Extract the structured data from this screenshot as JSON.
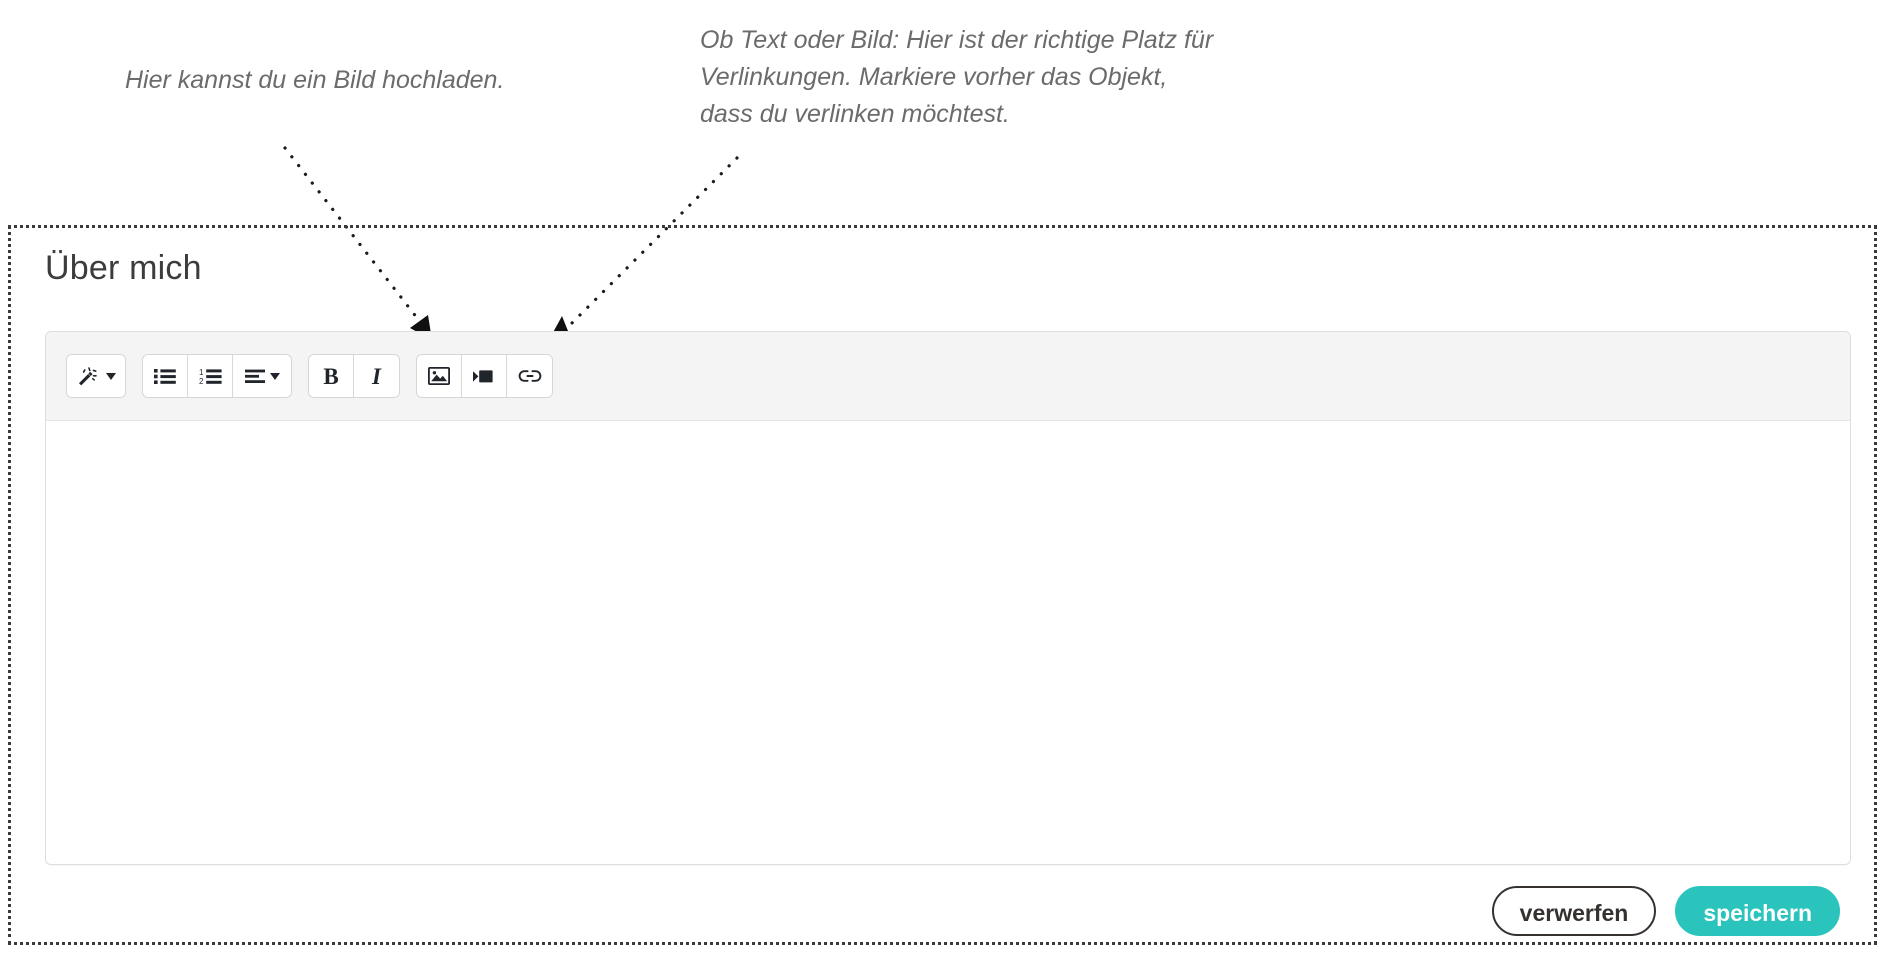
{
  "annotations": [
    {
      "id": "image-upload-hint",
      "text": "Hier kannst du ein Bild hochladen.",
      "target": "image-button"
    },
    {
      "id": "link-hint",
      "text": "Ob Text oder Bild: Hier ist der richtige Platz für Verlinkungen. Markiere vorher das Objekt, dass du verlinken möchtest.",
      "target": "link-button"
    }
  ],
  "card": {
    "title": "Über mich"
  },
  "editor": {
    "content": "",
    "placeholder": "",
    "toolbar": {
      "groups": [
        {
          "name": "formatting-presets",
          "buttons": [
            {
              "name": "magic-wand-button",
              "icon": "magic-wand-icon",
              "label": "",
              "has_dropdown": true
            }
          ]
        },
        {
          "name": "lists",
          "buttons": [
            {
              "name": "bullet-list-button",
              "icon": "bullet-list-icon",
              "label": "",
              "has_dropdown": false
            },
            {
              "name": "numbered-list-button",
              "icon": "numbered-list-icon",
              "label": "",
              "has_dropdown": false
            },
            {
              "name": "align-button",
              "icon": "align-left-icon",
              "label": "",
              "has_dropdown": true
            }
          ]
        },
        {
          "name": "text-style",
          "buttons": [
            {
              "name": "bold-button",
              "icon": "bold-icon",
              "label": "B",
              "has_dropdown": false
            },
            {
              "name": "italic-button",
              "icon": "italic-icon",
              "label": "I",
              "has_dropdown": false
            }
          ]
        },
        {
          "name": "insert",
          "buttons": [
            {
              "name": "image-button",
              "icon": "image-icon",
              "label": "",
              "has_dropdown": false
            },
            {
              "name": "video-button",
              "icon": "video-icon",
              "label": "",
              "has_dropdown": false
            },
            {
              "name": "link-button",
              "icon": "link-icon",
              "label": "",
              "has_dropdown": false
            }
          ]
        }
      ]
    }
  },
  "actions": {
    "discard_label": "verwerfen",
    "save_label": "speichern"
  },
  "colors": {
    "accent": "#2bc4bd",
    "text_dark": "#35312f",
    "annotation_text": "#6b6b6b",
    "toolbar_bg": "#f4f4f4",
    "border": "#dedede"
  }
}
